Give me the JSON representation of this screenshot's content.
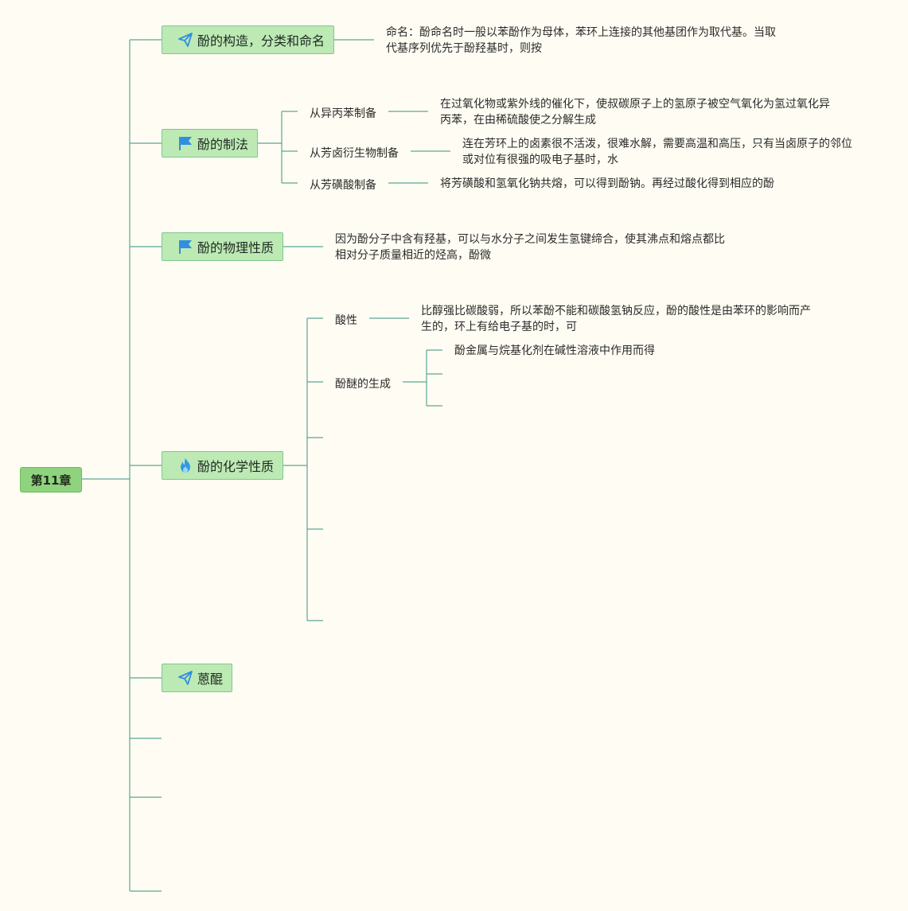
{
  "root": {
    "label": "第11章"
  },
  "topics": {
    "t1": {
      "label": "酚的构造，分类和命名",
      "icon": "paper-plane-icon"
    },
    "t2": {
      "label": "酚的制法",
      "icon": "flag-icon"
    },
    "t3": {
      "label": "酚的物理性质",
      "icon": "flag-icon"
    },
    "t4": {
      "label": "酚的化学性质",
      "icon": "fire-icon"
    },
    "t5": {
      "label": "蒽醌",
      "icon": "paper-plane-icon"
    }
  },
  "notes": {
    "naming": {
      "line1": "命名：酚命名时一般以苯酚作为母体，苯环上连接的其他基团作为取代基。当取",
      "line2": "代基序列优先于酚羟基时，则按"
    },
    "prep1": {
      "line1": "在过氧化物或紫外线的催化下，使叔碳原子上的氢原子被空气氧化为氢过氧化异",
      "line2": "丙苯，在由稀硫酸使之分解生成"
    },
    "prep2": {
      "line1": "连在芳环上的卤素很不活泼，很难水解，需要高温和高压，只有当卤原子的邻位",
      "line2": "或对位有很强的吸电子基时，水"
    },
    "prep3": {
      "line1": "将芳磺酸和氢氧化钠共熔，可以得到酚钠。再经过酸化得到相应的酚"
    },
    "phys": {
      "line1": "因为酚分子中含有羟基，可以与水分子之间发生氢键缔合，使其沸点和熔点都比",
      "line2": "相对分子质量相近的烃高，酚微"
    },
    "acid": {
      "line1": "比醇强比碳酸弱，所以苯酚不能和碳酸氢钠反应，酚的酸性是由苯环的影响而产",
      "line2": "生的，环上有给电子基的时，可"
    },
    "ether": {
      "line1": "酚金属与烷基化剂在碱性溶液中作用而得"
    }
  },
  "subs": {
    "prep1": "从异丙苯制备",
    "prep2": "从芳卤衍生物制备",
    "prep3": "从芳磺酸制备",
    "acid": "酸性",
    "ether": "酚醚的生成"
  },
  "colors": {
    "topic_fill": "#bde9b4",
    "root_fill": "#8fd37e",
    "line": "#4f9a8c",
    "icon": "#2f8fe0",
    "fire": "#2f9be8"
  }
}
